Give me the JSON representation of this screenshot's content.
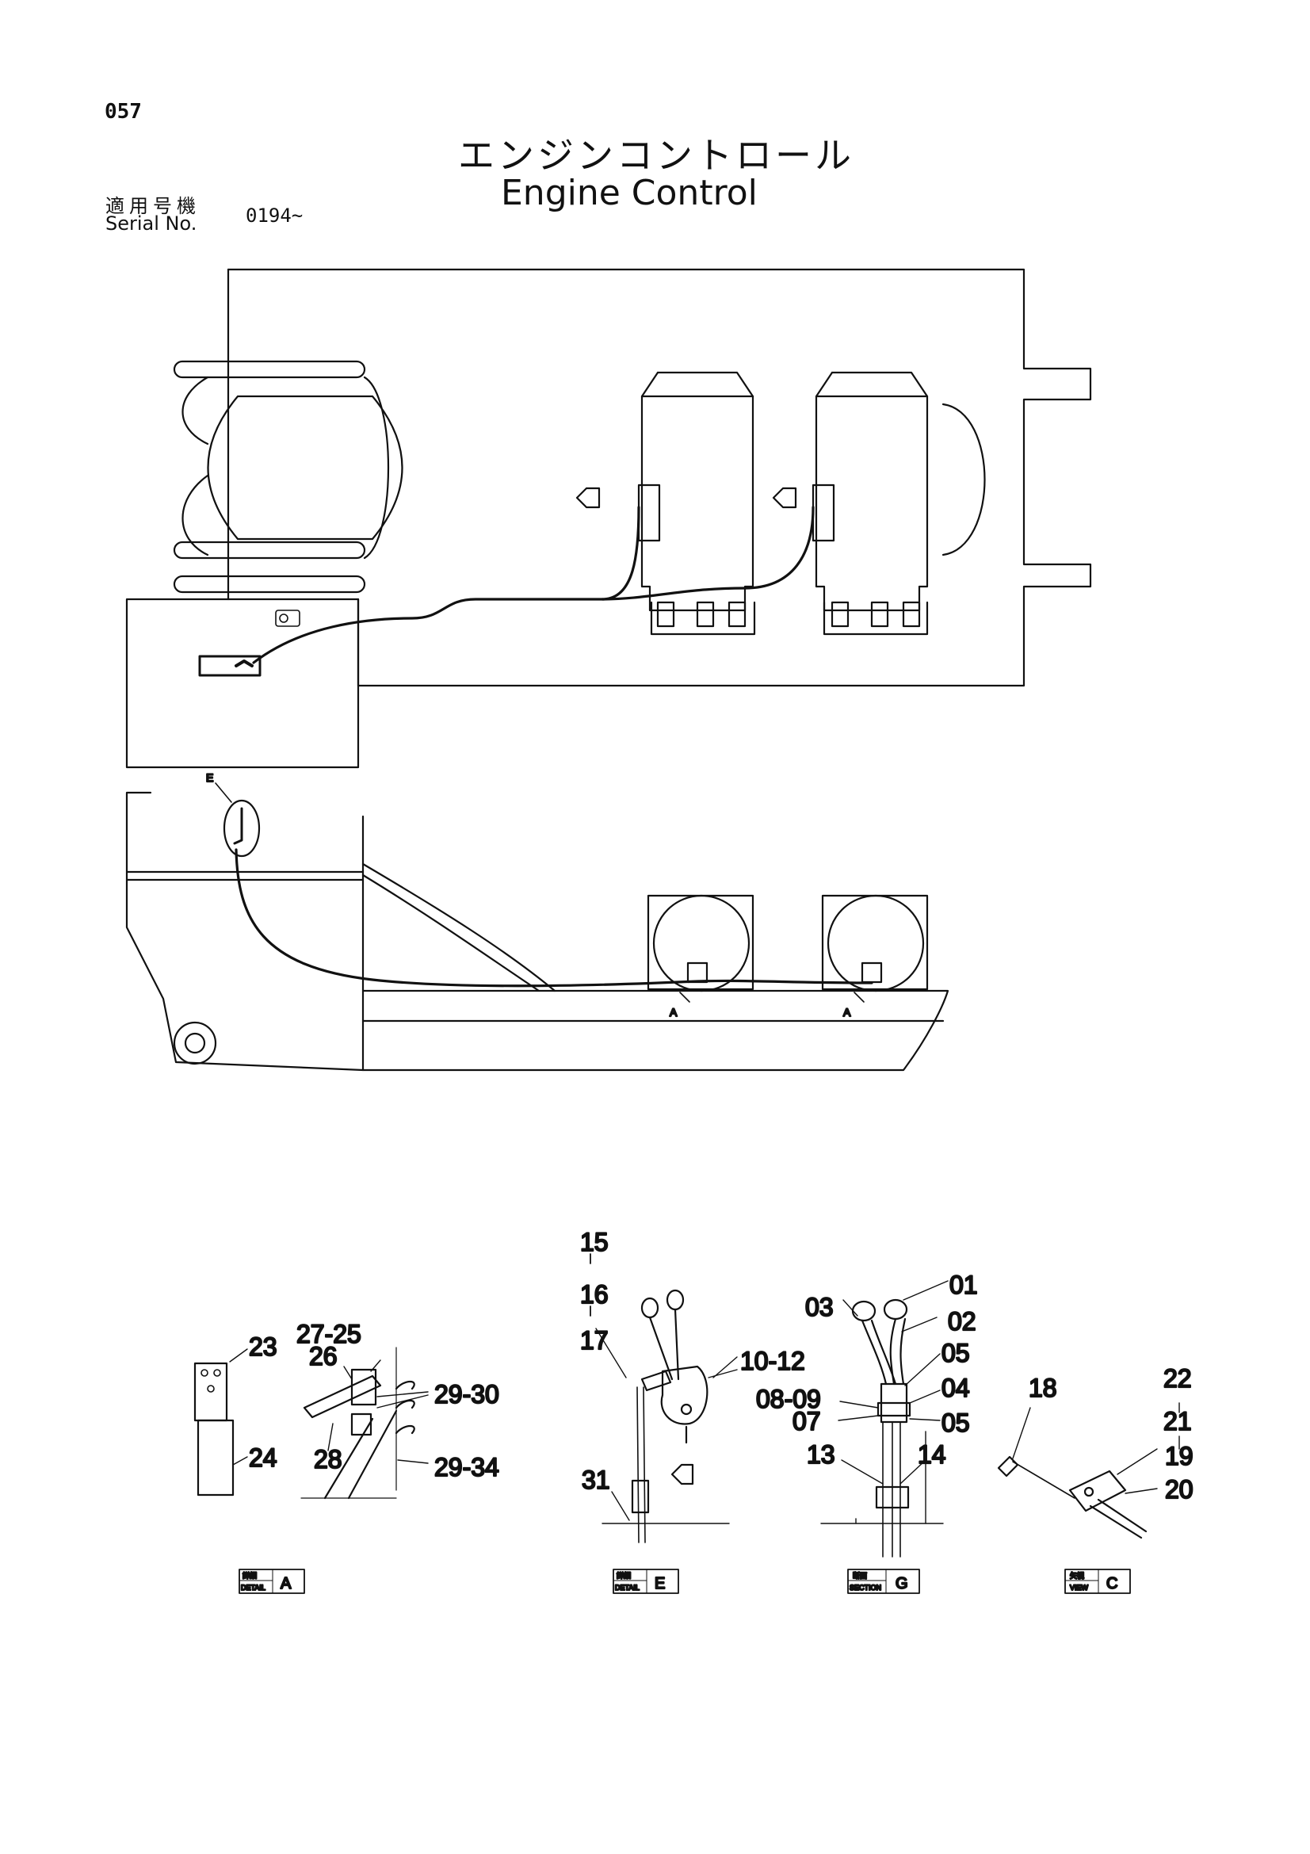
{
  "page_number": "057",
  "title_japanese": "エンジンコントロール",
  "title_english": "Engine Control",
  "serial_label_japanese": "適用号機",
  "serial_label_english": "Serial No.",
  "serial_value": "0194~",
  "main_view_markers": {
    "detail_e": "E",
    "section_a_left": "A",
    "section_a_right": "A"
  },
  "callouts": {
    "p23": "23",
    "p24": "24",
    "p26": "26",
    "p27_25": "27-25",
    "p28": "28",
    "p29_30": "29-30",
    "p29_34": "29-34",
    "p15": "15",
    "p16": "16",
    "p17": "17",
    "p10_12": "10-12",
    "p31": "31",
    "p03": "03",
    "p01": "01",
    "p02": "02",
    "p05a": "05",
    "p04": "04",
    "p08_09": "08-09",
    "p07": "07",
    "p05b": "05",
    "p13": "13",
    "p14": "14",
    "p18": "18",
    "p22": "22",
    "p21": "21",
    "p19": "19",
    "p20": "20"
  },
  "view_tags": [
    {
      "kanji": "詳細",
      "type": "DETAIL",
      "letter": "A"
    },
    {
      "kanji": "詳細",
      "type": "DETAIL",
      "letter": "E"
    },
    {
      "kanji": "断面",
      "type": "SECTION",
      "letter": "G"
    },
    {
      "kanji": "矢視",
      "type": "VIEW",
      "letter": "C"
    }
  ]
}
